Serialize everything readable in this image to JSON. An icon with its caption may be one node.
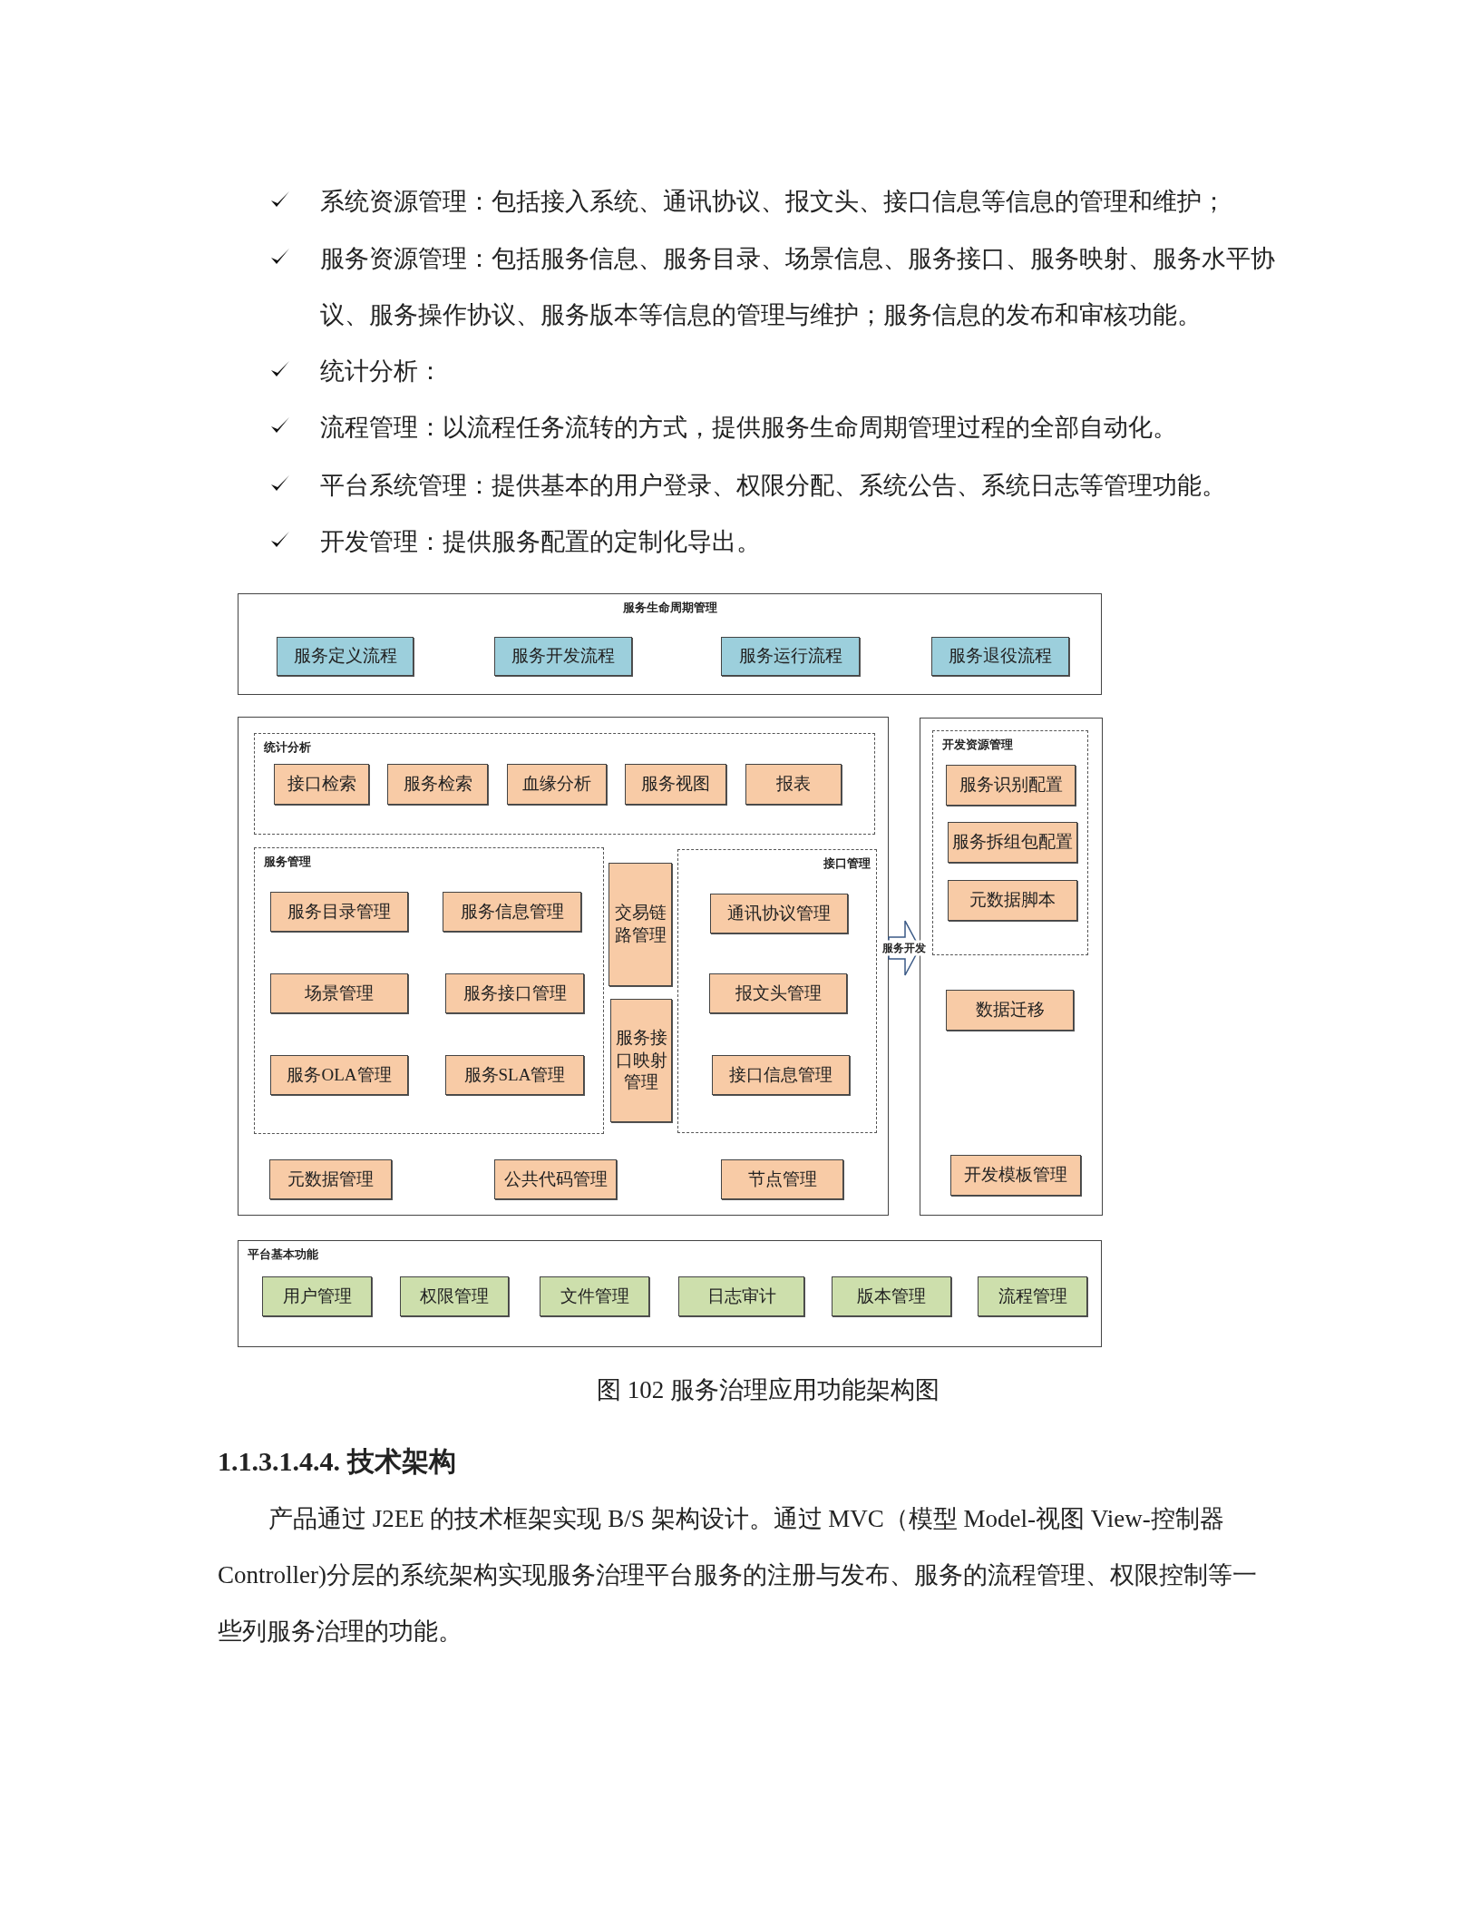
{
  "diagram": {
    "caption": "图 102 服务治理应用功能架构图",
    "nodes": [
      {
        "text": [
          "服务生命周期管理"
        ]
      },
      {
        "text": [
          "服务定义流程"
        ],
        "in": 0
      },
      {
        "text": [
          "服务开发流程"
        ],
        "in": 0
      },
      {
        "text": [
          "服务运行流程"
        ],
        "in": 0
      },
      {
        "text": [
          "服务退役流程"
        ],
        "in": 0
      },
      {
        "text": [],
        "shape": "box"
      },
      {
        "text": [
          "统计分析"
        ],
        "in": 5
      },
      {
        "text": [
          "接口检索"
        ],
        "in": 6
      },
      {
        "text": [
          "服务检索"
        ],
        "in": 6
      },
      {
        "text": [
          "血缘分析"
        ],
        "in": 6
      },
      {
        "text": [
          "服务视图"
        ],
        "in": 6
      },
      {
        "text": [
          "报表"
        ],
        "in": 6
      },
      {
        "text": [
          "服务管理"
        ],
        "in": 5
      },
      {
        "text": [
          "服务目录管理"
        ],
        "in": 12
      },
      {
        "text": [
          "服务信息管理"
        ],
        "in": 12
      },
      {
        "text": [
          "场景管理"
        ],
        "in": 12
      },
      {
        "text": [
          "服务接口管理"
        ],
        "in": 12
      },
      {
        "text": [
          "服务OLA管理"
        ],
        "in": 12
      },
      {
        "text": [
          "服务SLA管理"
        ],
        "in": 12
      },
      {
        "text": [
          "交易链路管理"
        ],
        "in": 5
      },
      {
        "text": [
          "服务接口映射管理"
        ],
        "in": 5
      },
      {
        "text": [
          "接口管理"
        ],
        "in": 5
      },
      {
        "text": [
          "通讯协议管理"
        ],
        "in": 21
      },
      {
        "text": [
          "报文头管理"
        ],
        "in": 21
      },
      {
        "text": [
          "接口信息管理"
        ],
        "in": 21
      },
      {
        "text": [
          "元数据管理"
        ],
        "in": 5
      },
      {
        "text": [
          "公共代码管理"
        ],
        "in": 5
      },
      {
        "text": [
          "节点管理"
        ],
        "in": 5
      },
      {
        "text": [],
        "shape": "box"
      },
      {
        "text": [
          "开发资源管理"
        ],
        "in": 28
      },
      {
        "text": [
          "服务识别配置"
        ],
        "in": 29
      },
      {
        "text": [
          "服务拆组包配置"
        ],
        "in": 29
      },
      {
        "text": [
          "元数据脚本"
        ],
        "in": 29
      },
      {
        "text": [
          "数据迁移"
        ],
        "in": 28
      },
      {
        "text": [
          "开发模板管理"
        ],
        "in": 28
      },
      {
        "text": [
          "平台基本功能"
        ]
      },
      {
        "text": [
          "用户管理"
        ],
        "in": 35
      },
      {
        "text": [
          "权限管理"
        ],
        "in": 35
      },
      {
        "text": [
          "文件管理"
        ],
        "in": 35
      },
      {
        "text": [
          "日志审计"
        ],
        "in": 35
      },
      {
        "text": [
          "版本管理"
        ],
        "in": 35
      },
      {
        "text": [
          "流程管理"
        ],
        "in": 35
      }
    ],
    "edges": [
      {
        "from": 5,
        "to": 28,
        "arrow": "to",
        "label": "服务开发"
      }
    ],
    "labels": [
      "系统资源管理：包括接入系统、通讯协议、报文头、接口信息等信息的管理和维护；",
      "服务资源管理：包括服务信息、服务目录、场景信息、服务接口、服务映射、服务水平协议、服务操作协议、服务版本等信息的管理与维护；服务信息的发布和审核功能。",
      "统计分析：",
      "流程管理：以流程任务流转的方式，提供服务生命周期管理过程的全部自动化。",
      "平台系统管理：提供基本的用户登录、权限分配、系统公告、系统日志等管理功能。",
      "开发管理：提供服务配置的定制化导出。",
      "1.1.3.1.4.4. 技术架构",
      "产品通过 J2EE 的技术框架实现 B/S 架构设计。通过 MVC（模型 Model-视图 View-控制器 Controller)分层的系统架构实现服务治理平台服务的注册与发布、服务的流程管理、权限控制等一些列服务治理的功能。"
    ]
  }
}
